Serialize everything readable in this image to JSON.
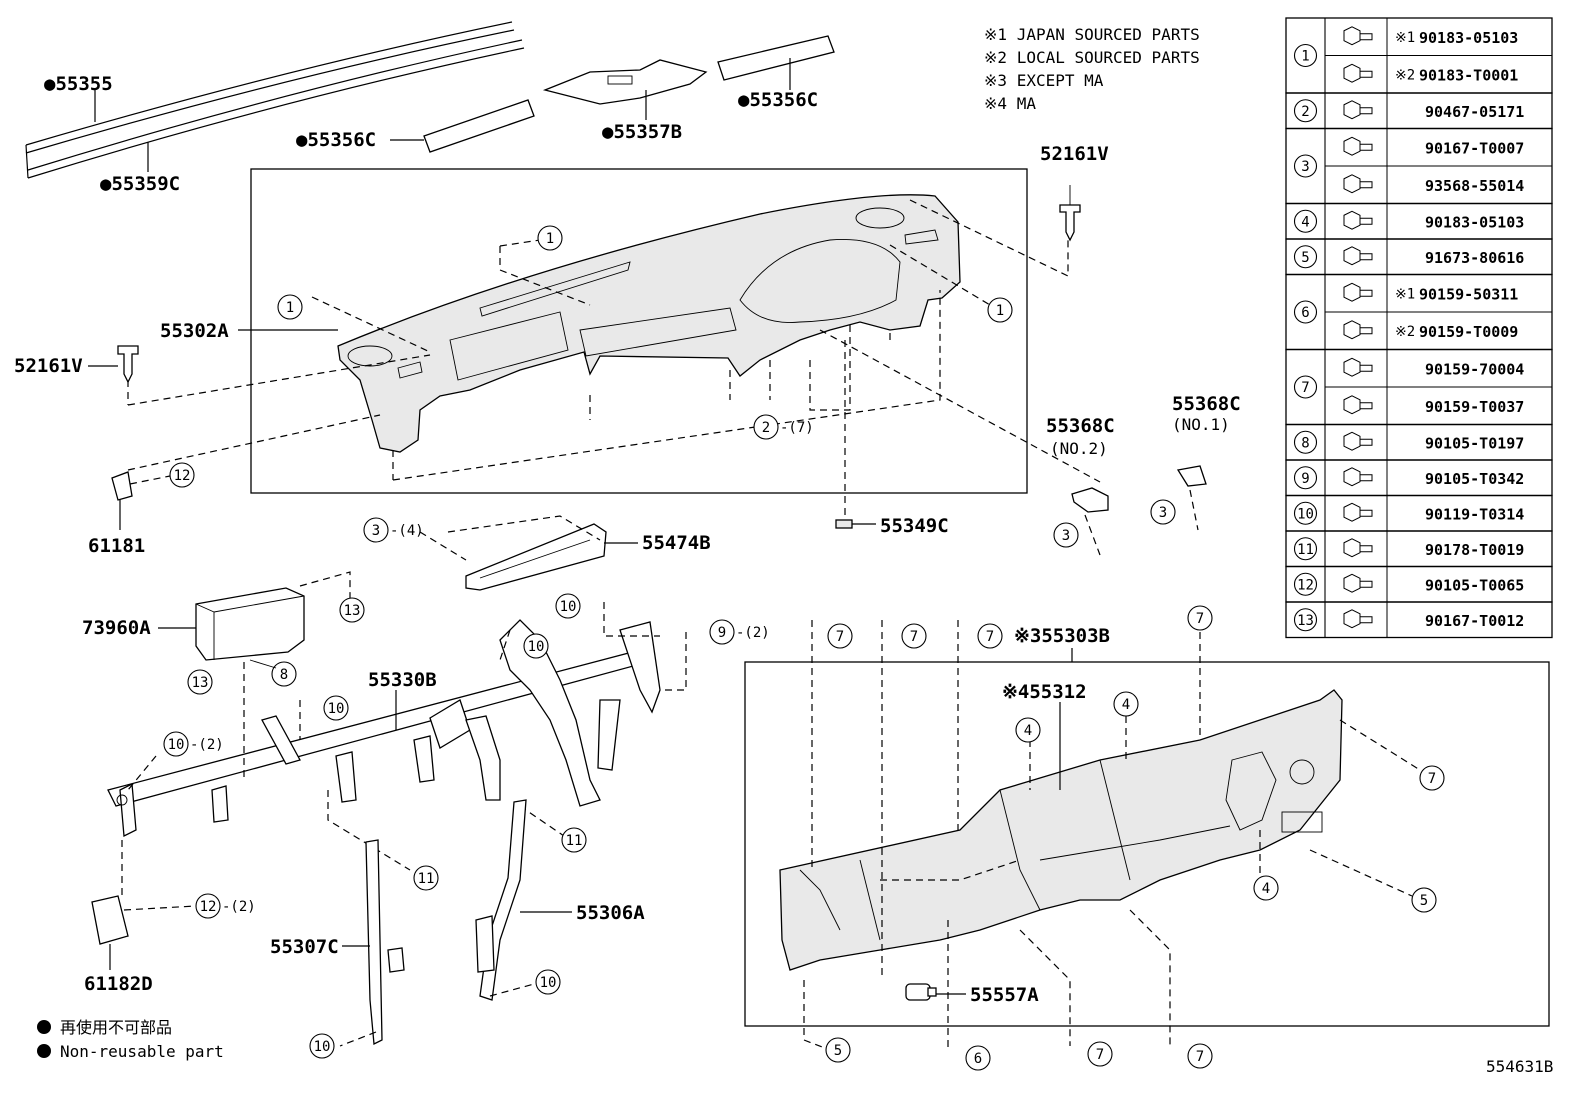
{
  "legend_notes": [
    {
      "mark": "※1",
      "text": "JAPAN SOURCED PARTS"
    },
    {
      "mark": "※2",
      "text": "LOCAL SOURCED PARTS"
    },
    {
      "mark": "※3",
      "text": "EXCEPT MA"
    },
    {
      "mark": "※4",
      "text": "MA"
    }
  ],
  "symbol_legend": [
    {
      "symbol": "●",
      "text": "再使用不可部品"
    },
    {
      "symbol": "●",
      "text": "Non-reusable part"
    }
  ],
  "diagram_code": "554631B",
  "part_labels": {
    "p55355": "●55355",
    "p55359c": "●55359C",
    "p55356c_top": "●55356C",
    "p55356c_mid": "●55356C",
    "p55357b": "●55357B",
    "p52161v_r": "52161V",
    "p52161v_l": "52161V",
    "p55302a": "55302A",
    "p61181": "61181",
    "p55368c_no2": "55368C",
    "p55368c_no2_sub": "(NO.2)",
    "p55368c_no1": "55368C",
    "p55368c_no1_sub": "(NO.1)",
    "p55349c": "55349C",
    "p55474b": "55474B",
    "p73960a": "73960A",
    "p55330b": "55330B",
    "p55303b": "※355303B",
    "p55312": "※455312",
    "p55306a": "55306A",
    "p55307c": "55307C",
    "p61182d": "61182D",
    "p55557a": "55557A"
  },
  "callouts": {
    "c1a": "1",
    "c1b": "1",
    "c1c": "1",
    "c2_7": "2",
    "c2_7_sub": "-(7)",
    "c3_4": "3",
    "c3_4_sub": "-(4)",
    "c3a": "3",
    "c3b": "3",
    "c12a": "12",
    "c12_2": "12",
    "c12_2_sub": "-(2)",
    "c13a": "13",
    "c13b": "13",
    "c8": "8",
    "c10a": "10",
    "c10b": "10",
    "c10c": "10",
    "c10d": "10",
    "c10e": "10",
    "c10_2": "10",
    "c10_2_sub": "-(2)",
    "c9_2": "9",
    "c9_2_sub": "-(2)",
    "c11a": "11",
    "c11b": "11",
    "c7a": "7",
    "c7b": "7",
    "c7c": "7",
    "c7d": "7",
    "c7e": "7",
    "c7f": "7",
    "c7g": "7",
    "c4a": "4",
    "c4b": "4",
    "c4c": "4",
    "c5a": "5",
    "c5b": "5",
    "c6": "6"
  },
  "fastener_table": [
    {
      "index": "1",
      "entries": [
        {
          "prefix": "※1",
          "part": "90183-05103"
        },
        {
          "prefix": "※2",
          "part": "90183-T0001"
        }
      ]
    },
    {
      "index": "2",
      "entries": [
        {
          "prefix": "",
          "part": "90467-05171"
        }
      ]
    },
    {
      "index": "3",
      "entries": [
        {
          "prefix": "",
          "part": "90167-T0007"
        },
        {
          "prefix": "",
          "part": "93568-55014"
        }
      ]
    },
    {
      "index": "4",
      "entries": [
        {
          "prefix": "",
          "part": "90183-05103"
        }
      ]
    },
    {
      "index": "5",
      "entries": [
        {
          "prefix": "",
          "part": "91673-80616"
        }
      ]
    },
    {
      "index": "6",
      "entries": [
        {
          "prefix": "※1",
          "part": "90159-50311"
        },
        {
          "prefix": "※2",
          "part": "90159-T0009"
        }
      ]
    },
    {
      "index": "7",
      "entries": [
        {
          "prefix": "",
          "part": "90159-70004"
        },
        {
          "prefix": "",
          "part": "90159-T0037"
        }
      ]
    },
    {
      "index": "8",
      "entries": [
        {
          "prefix": "",
          "part": "90105-T0197"
        }
      ]
    },
    {
      "index": "9",
      "entries": [
        {
          "prefix": "",
          "part": "90105-T0342"
        }
      ]
    },
    {
      "index": "10",
      "entries": [
        {
          "prefix": "",
          "part": "90119-T0314"
        }
      ]
    },
    {
      "index": "11",
      "entries": [
        {
          "prefix": "",
          "part": "90178-T0019"
        }
      ]
    },
    {
      "index": "12",
      "entries": [
        {
          "prefix": "",
          "part": "90105-T0065"
        }
      ]
    },
    {
      "index": "13",
      "entries": [
        {
          "prefix": "",
          "part": "90167-T0012"
        }
      ]
    }
  ]
}
